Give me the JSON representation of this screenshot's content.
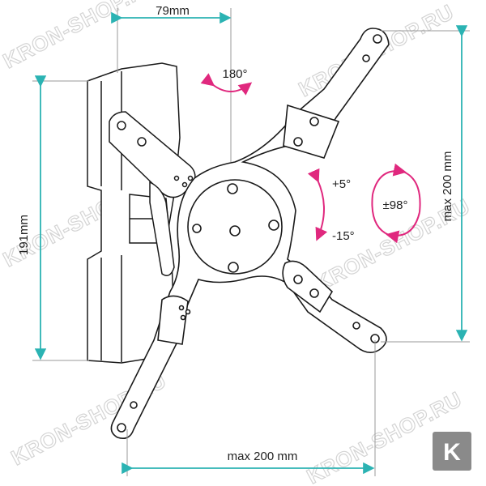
{
  "colors": {
    "dimension": "#2bb3b3",
    "rotation": "#e0287e",
    "outline": "#1a1a1a",
    "fill": "#ffffff",
    "watermark": "#d4d4d4",
    "logo_bg": "#8a8a8a"
  },
  "dimensions": {
    "depth": "79mm",
    "height": "191mm",
    "vesa_vertical": "max 200 mm",
    "vesa_horizontal": "max 200 mm"
  },
  "rotation": {
    "swivel": "180°",
    "tilt_up": "+5°",
    "tilt_down": "-15°",
    "rotate": "±98°"
  },
  "watermark": {
    "text": "KRON-SHOP.RU"
  },
  "logo": {
    "letter": "K",
    "icon": "kron-logo-icon"
  }
}
